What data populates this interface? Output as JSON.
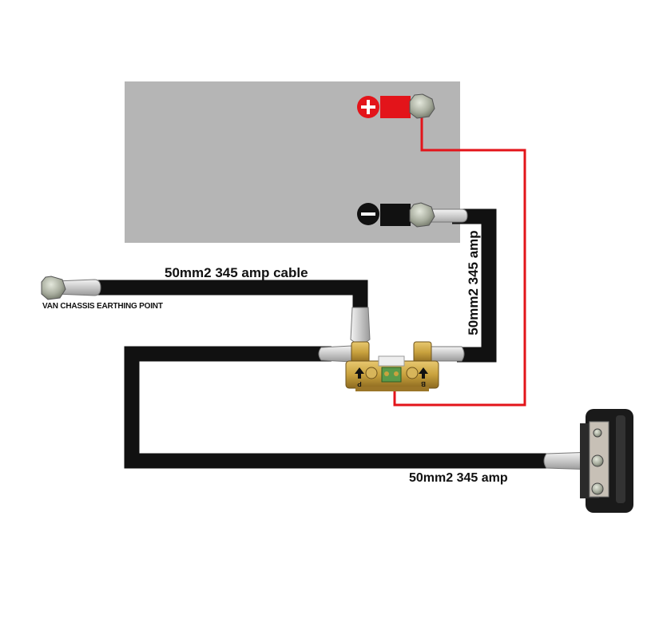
{
  "labels": {
    "top_cable": "50mm2  345 amp cable",
    "chassis_point": "VAN CHASSIS EARTHING POINT",
    "vertical_cable": "50mm2 345 amp",
    "bottom_cable": "50mm2 345 amp"
  },
  "battery": {
    "positive_symbol": "+",
    "negative_symbol": "−"
  },
  "shunt": {
    "left_mark": "P",
    "right_mark": "B"
  },
  "colors": {
    "battery_body": "#b5b5b5",
    "positive": "#e3141a",
    "negative": "#111111",
    "cable": "#111111",
    "sense_wire": "#e3141a",
    "brass": "#c9a23e"
  }
}
